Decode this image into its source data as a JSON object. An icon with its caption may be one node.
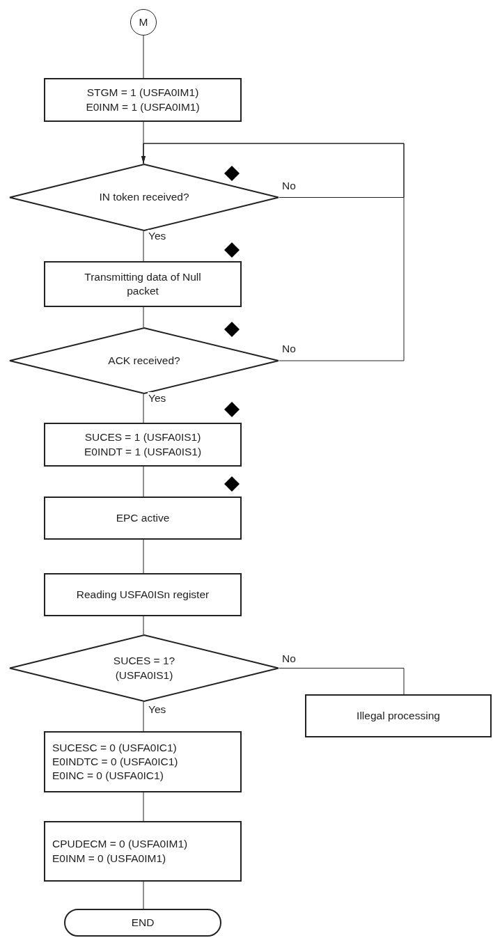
{
  "diagram": {
    "nodes": [
      {
        "text": [
          "M"
        ]
      },
      {
        "text": [
          "STGM = 1 (USFA0IM1)",
          "E0INM = 1 (USFA0IM1)"
        ]
      },
      {
        "text": [
          "IN token received?"
        ]
      },
      {
        "text": [
          "Transmitting data of Null packet"
        ]
      },
      {
        "text": [
          "ACK received?"
        ]
      },
      {
        "text": [
          "SUCES = 1 (USFA0IS1)",
          "E0INDT = 1 (USFA0IS1)"
        ]
      },
      {
        "text": [
          "EPC active"
        ]
      },
      {
        "text": [
          "Reading USFA0ISn register"
        ]
      },
      {
        "text": [
          "SUCES = 1? (USFA0IS1)"
        ]
      },
      {
        "text": [
          "Illegal processing"
        ]
      },
      {
        "text": [
          "SUCESC = 0 (USFA0IC1)",
          "E0INDTC = 0 (USFA0IC1)",
          "E0INC = 0 (USFA0IC1)"
        ]
      },
      {
        "text": [
          "CPUDECM = 0 (USFA0IM1)",
          "E0INM = 0 (USFA0IM1)"
        ]
      },
      {
        "text": [
          "END"
        ]
      }
    ],
    "edges": [
      {
        "from": 0,
        "to": 1,
        "arrow": "none"
      },
      {
        "from": 1,
        "to": 2,
        "arrow": "none"
      },
      {
        "from": 2,
        "to": 3,
        "arrow": "none",
        "label": "Yes"
      },
      {
        "from": 2,
        "to": 2,
        "arrow": "to",
        "label": "No"
      },
      {
        "from": 3,
        "to": 4,
        "arrow": "none"
      },
      {
        "from": 4,
        "to": 2,
        "arrow": "to",
        "label": "No"
      },
      {
        "from": 4,
        "to": 5,
        "arrow": "none",
        "label": "Yes"
      },
      {
        "from": 5,
        "to": 6,
        "arrow": "none"
      },
      {
        "from": 6,
        "to": 7,
        "arrow": "none"
      },
      {
        "from": 7,
        "to": 8,
        "arrow": "none"
      },
      {
        "from": 8,
        "to": 9,
        "arrow": "none",
        "label": "No"
      },
      {
        "from": 8,
        "to": 10,
        "arrow": "none",
        "label": "Yes"
      },
      {
        "from": 10,
        "to": 11,
        "arrow": "none"
      },
      {
        "from": 11,
        "to": 12,
        "arrow": "none"
      }
    ]
  }
}
